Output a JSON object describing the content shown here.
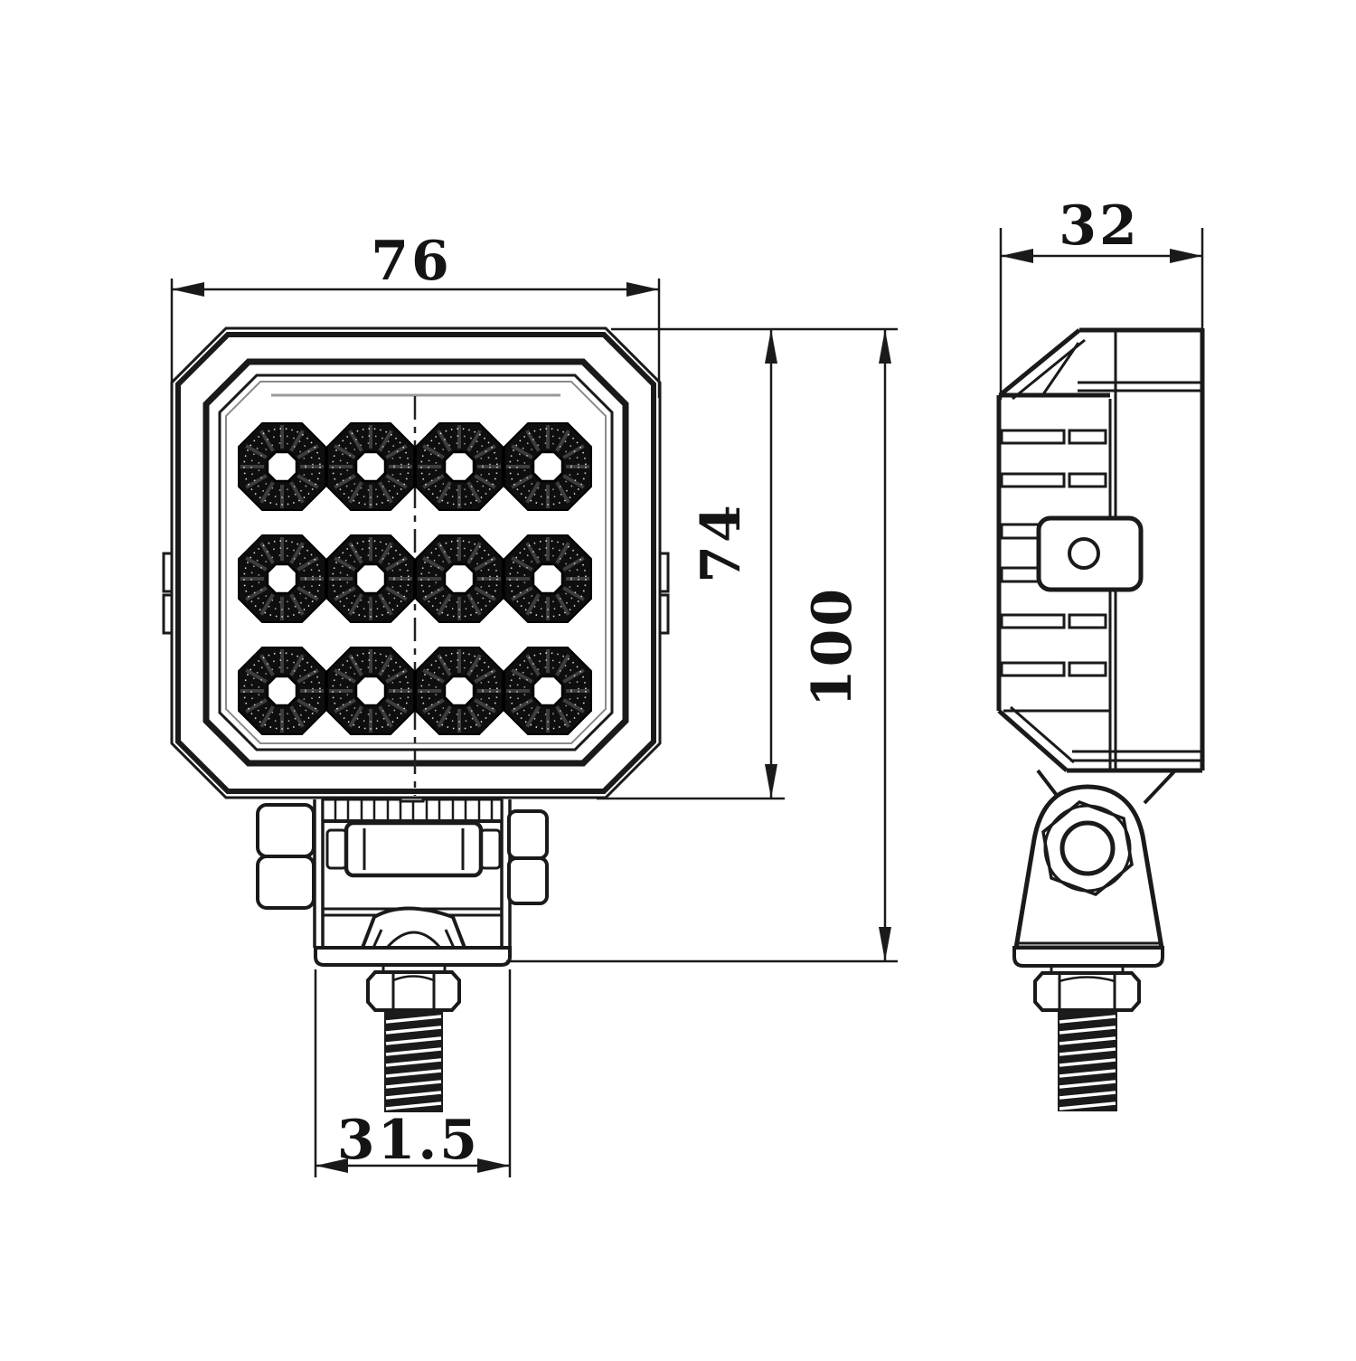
{
  "drawing": {
    "type": "technical-dimension-drawing",
    "views": {
      "front": {
        "led_columns": 4,
        "led_rows": 3,
        "led_total": 12
      },
      "side": {
        "heat_sink_fins": 6
      }
    },
    "dimensions": {
      "front_width": "76",
      "side_depth": "32",
      "body_height": "74",
      "total_height": "100",
      "bracket_width": "31.5"
    },
    "colors": {
      "line": "#1a1a1a",
      "background": "#ffffff",
      "led_fill": "#0e0e0e"
    }
  }
}
